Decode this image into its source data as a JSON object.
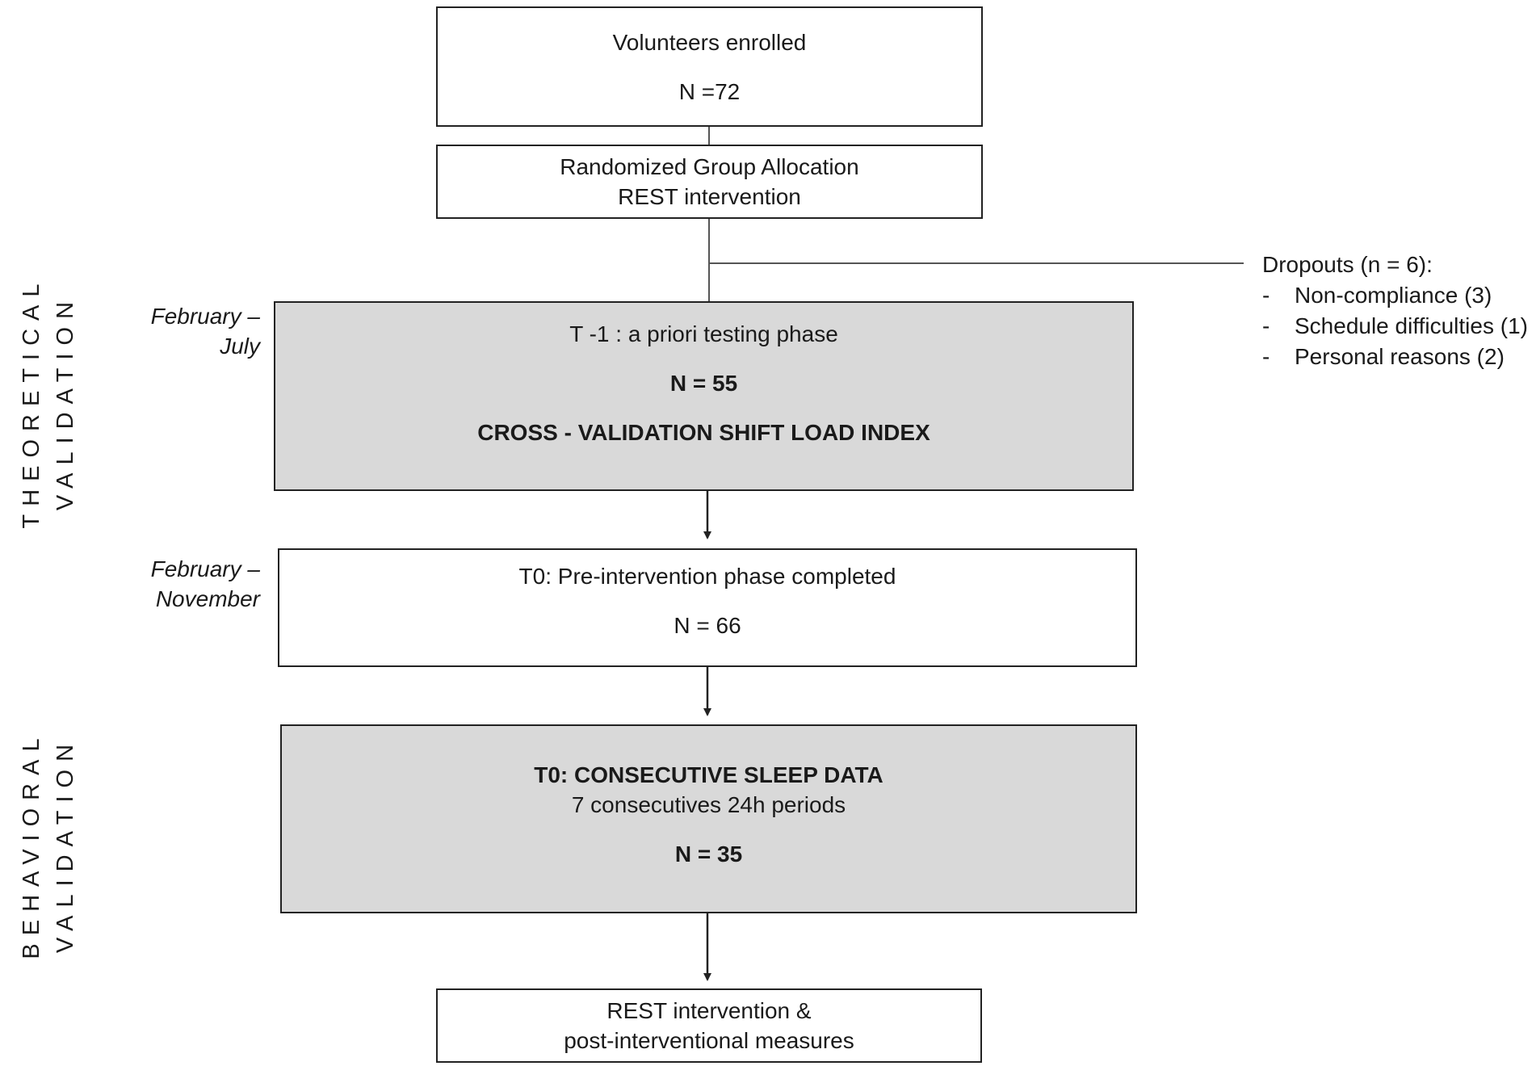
{
  "boxes": {
    "enrolled": {
      "title": "Volunteers enrolled",
      "n": "N =72"
    },
    "randomized": {
      "line1": "Randomized Group Allocation",
      "line2": "REST intervention"
    },
    "t_minus1": {
      "title": "T -1 : a priori testing phase",
      "n": "N = 55",
      "subtitle": "CROSS - VALIDATION SHIFT LOAD INDEX"
    },
    "t0_pre": {
      "title": "T0: Pre-intervention phase completed",
      "n": "N = 66"
    },
    "t0_sleep": {
      "title": "T0: CONSECUTIVE SLEEP DATA",
      "subtitle": "7 consecutives 24h periods",
      "n": "N = 35"
    },
    "final": {
      "line1": "REST intervention &",
      "line2": "post-interventional measures"
    }
  },
  "dropouts": {
    "title": "Dropouts (n = 6):",
    "items": [
      {
        "dash": "-",
        "label": "Non-compliance (3)"
      },
      {
        "dash": "-",
        "label": "Schedule difficulties (1)"
      },
      {
        "dash": "-",
        "label": "Personal reasons (2)"
      }
    ]
  },
  "dates": {
    "first": {
      "line1": "February –",
      "line2": "July"
    },
    "second": {
      "line1": "February –",
      "line2": "November"
    }
  },
  "side_labels": {
    "theoretical": {
      "line1": "THEORETICAL",
      "line2": "VALIDATION"
    },
    "behavioral": {
      "line1": "BEHAVIORAL",
      "line2": "VALIDATION"
    }
  },
  "colors": {
    "box_fill_grey": "#d9d9d9",
    "border": "#222222"
  }
}
